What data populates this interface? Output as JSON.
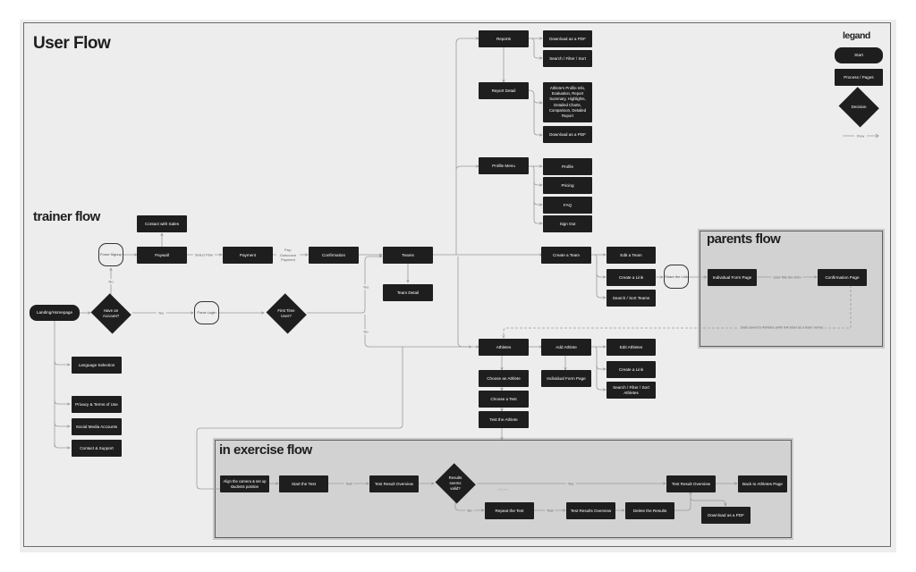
{
  "titles": {
    "main": "User Flow",
    "trainer": "trainer flow",
    "parents": "parents flow",
    "exercise": "in exercise flow",
    "legend": "legand"
  },
  "legend": {
    "start": "Start",
    "process": "Process / Pages",
    "decision": "Decision",
    "flow": "Flow"
  },
  "nodes": {
    "landing": "Landing/Homepage",
    "have_account": "Have an Account?",
    "force_signup": "Force Signup",
    "paywall": "Paywall",
    "contact_sales": "Contact with Sales",
    "payment": "Payment",
    "confirmation": "Confirmation",
    "force_login": "Force Login",
    "first_time": "First Time User?",
    "teams": "Teams",
    "team_detail": "Team Detail",
    "language": "Language Selection",
    "privacy": "Privacy & Terms of Use",
    "social": "Social Media Accounts",
    "contact_support": "Contact & Support",
    "reports": "Reports",
    "reports_pdf": "Download as a PDF",
    "reports_search": "Search / Filter / Sort",
    "report_detail": "Report Detail",
    "report_detail_info": "Athlete's Profile Info, Evaluation, Report Summary, Highlights, Detailed Charts, Comparison, Detailed Report",
    "report_detail_pdf": "Download as a PDF",
    "profile_menu": "Profile Menu",
    "profile": "Profile",
    "pricing": "Pricing",
    "faq": "FAQ",
    "sign_out": "Sign Out",
    "create_team": "Create a Team",
    "edit_team": "Edit a Team",
    "create_link_team": "Create a Link",
    "search_teams": "Search / Sort Teams",
    "share_link": "Share the Link",
    "parent_form": "Individual Form Page",
    "parent_confirm": "Confirmation Page",
    "athletes": "Athletes",
    "add_athlete": "Add Athlete",
    "athlete_form": "Individual Form Page",
    "edit_athletes": "Edit Athletes",
    "create_link_athletes": "Create a Link",
    "search_athletes": "Search / Filter / Sort Athletes",
    "choose_athlete": "Choose an Athlete",
    "choose_test": "Choose a Test",
    "test_athlete": "Test the Athlete",
    "align_camera": "Align the camera & set up students position",
    "start_test": "Start the Test",
    "test_overview_1": "Test Result Overview",
    "results_valid": "Results seems valid?",
    "repeat_test": "Repeat the Test",
    "test_overview_2": "Test Results Overview",
    "delete_results": "Delete the Results",
    "test_overview_3": "Test Result Overview",
    "back_athletes": "Back to Athletes Page",
    "exercise_pdf": "Download as a PDF"
  },
  "edge_labels": {
    "no_account": "No",
    "yes_account": "Yes",
    "select_plan": "Select Plan",
    "pay": "Pay: Outsource Payment",
    "first_yes": "Yes",
    "first_no": "No",
    "user_fills": "User fills the form",
    "data_saved": "Data saved to Athletes (with link label as a team name)",
    "test_1": "Test",
    "valid_yes": "Yes",
    "valid_no": "No",
    "test_2": "Test",
    "add_text": "Add text"
  }
}
